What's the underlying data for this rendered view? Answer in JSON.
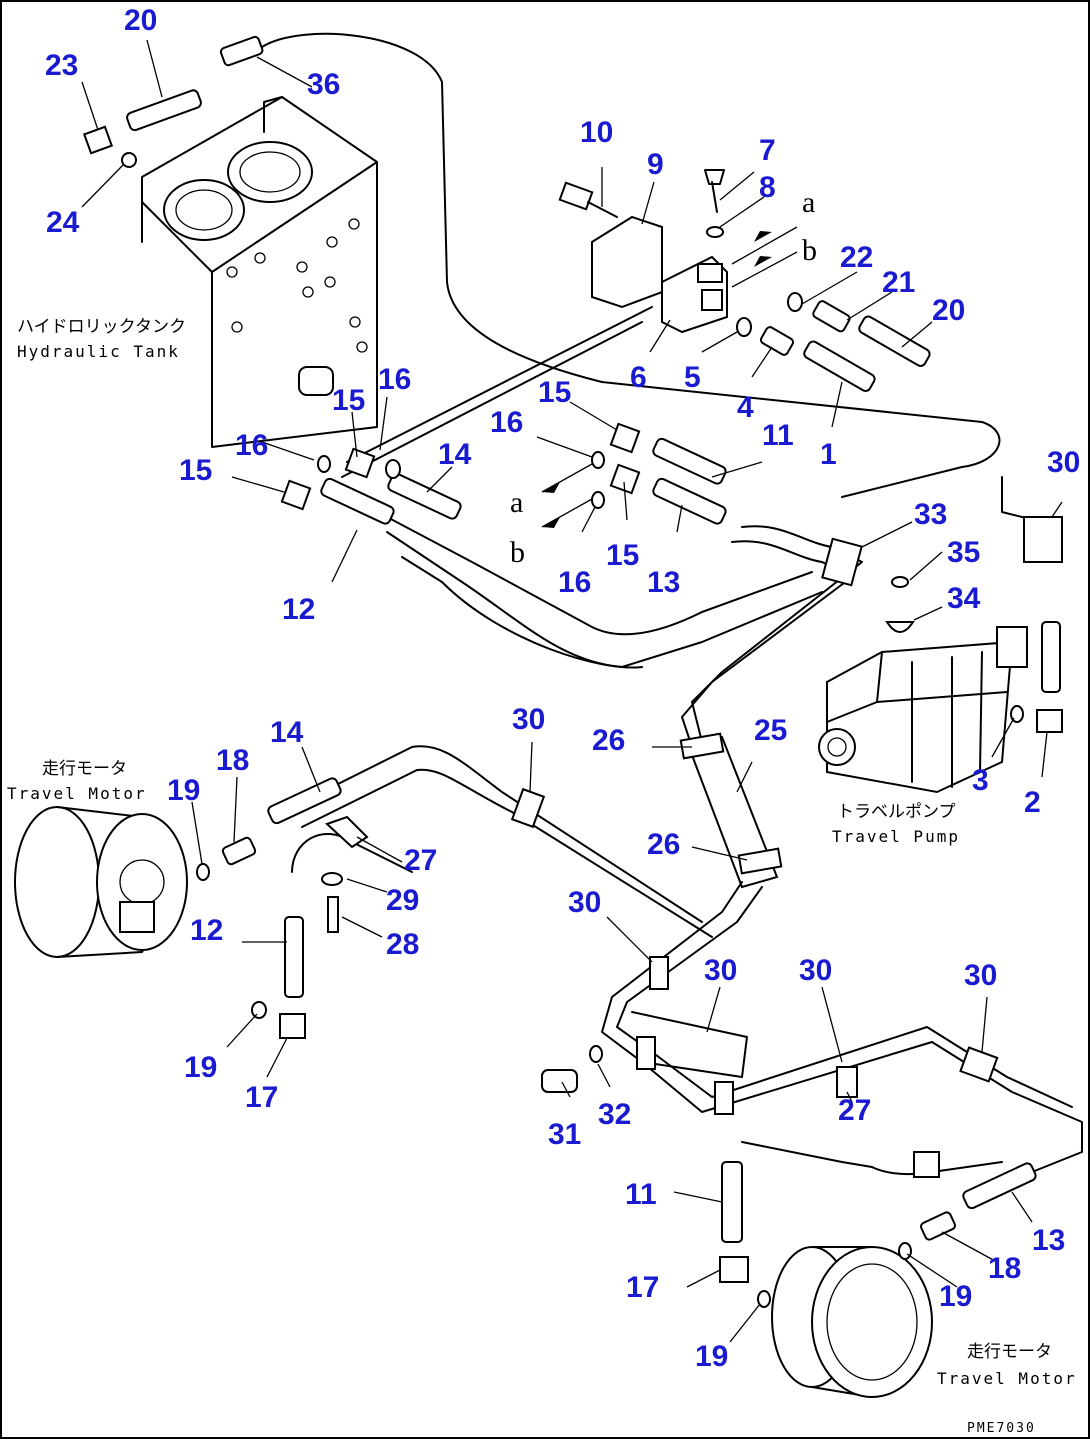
{
  "labels": {
    "hydraulic_tank_jp": "ハイドロリックタンク",
    "hydraulic_tank_en": "Hydraulic Tank",
    "travel_pump_jp": "トラベルポンプ",
    "travel_pump_en": "Travel Pump",
    "travel_motor_left_jp": "走行モータ",
    "travel_motor_left_en": "Travel Motor",
    "travel_motor_right_jp": "走行モータ",
    "travel_motor_right_en": "Travel Motor",
    "drawing_code": "PME7030"
  },
  "callouts": [
    {
      "id": "c20a",
      "text": "20"
    },
    {
      "id": "c23",
      "text": "23"
    },
    {
      "id": "c36",
      "text": "36"
    },
    {
      "id": "c24",
      "text": "24"
    },
    {
      "id": "c10",
      "text": "10"
    },
    {
      "id": "c9",
      "text": "9"
    },
    {
      "id": "c7",
      "text": "7"
    },
    {
      "id": "c8",
      "text": "8"
    },
    {
      "id": "c22",
      "text": "22"
    },
    {
      "id": "c21",
      "text": "21"
    },
    {
      "id": "c20b",
      "text": "20"
    },
    {
      "id": "c6",
      "text": "6"
    },
    {
      "id": "c5",
      "text": "5"
    },
    {
      "id": "c4",
      "text": "4"
    },
    {
      "id": "c1",
      "text": "1"
    },
    {
      "id": "c16a",
      "text": "16"
    },
    {
      "id": "c15a",
      "text": "15"
    },
    {
      "id": "c15b",
      "text": "15"
    },
    {
      "id": "c16b",
      "text": "16"
    },
    {
      "id": "c15c",
      "text": "15"
    },
    {
      "id": "c14a",
      "text": "14"
    },
    {
      "id": "c16c",
      "text": "16"
    },
    {
      "id": "c11a",
      "text": "11"
    },
    {
      "id": "c16d",
      "text": "16"
    },
    {
      "id": "c15d",
      "text": "15"
    },
    {
      "id": "c13a",
      "text": "13"
    },
    {
      "id": "c12a",
      "text": "12"
    },
    {
      "id": "c30a",
      "text": "30"
    },
    {
      "id": "c33",
      "text": "33"
    },
    {
      "id": "c35",
      "text": "35"
    },
    {
      "id": "c34",
      "text": "34"
    },
    {
      "id": "c3",
      "text": "3"
    },
    {
      "id": "c2",
      "text": "2"
    },
    {
      "id": "c14b",
      "text": "14"
    },
    {
      "id": "c18a",
      "text": "18"
    },
    {
      "id": "c19a",
      "text": "19"
    },
    {
      "id": "c30b",
      "text": "30"
    },
    {
      "id": "c26a",
      "text": "26"
    },
    {
      "id": "c25",
      "text": "25"
    },
    {
      "id": "c27a",
      "text": "27"
    },
    {
      "id": "c29",
      "text": "29"
    },
    {
      "id": "c28",
      "text": "28"
    },
    {
      "id": "c12b",
      "text": "12"
    },
    {
      "id": "c26b",
      "text": "26"
    },
    {
      "id": "c19b",
      "text": "19"
    },
    {
      "id": "c17a",
      "text": "17"
    },
    {
      "id": "c30c",
      "text": "30"
    },
    {
      "id": "c30d",
      "text": "30"
    },
    {
      "id": "c30e",
      "text": "30"
    },
    {
      "id": "c30f",
      "text": "30"
    },
    {
      "id": "c31",
      "text": "31"
    },
    {
      "id": "c32",
      "text": "32"
    },
    {
      "id": "c27b",
      "text": "27"
    },
    {
      "id": "c11b",
      "text": "11"
    },
    {
      "id": "c13b",
      "text": "13"
    },
    {
      "id": "c18b",
      "text": "18"
    },
    {
      "id": "c17b",
      "text": "17"
    },
    {
      "id": "c19c",
      "text": "19"
    },
    {
      "id": "c19d",
      "text": "19"
    }
  ],
  "port_letters": [
    {
      "id": "pa1",
      "text": "a"
    },
    {
      "id": "pb1",
      "text": "b"
    },
    {
      "id": "pa2",
      "text": "a"
    },
    {
      "id": "pb2",
      "text": "b"
    }
  ]
}
